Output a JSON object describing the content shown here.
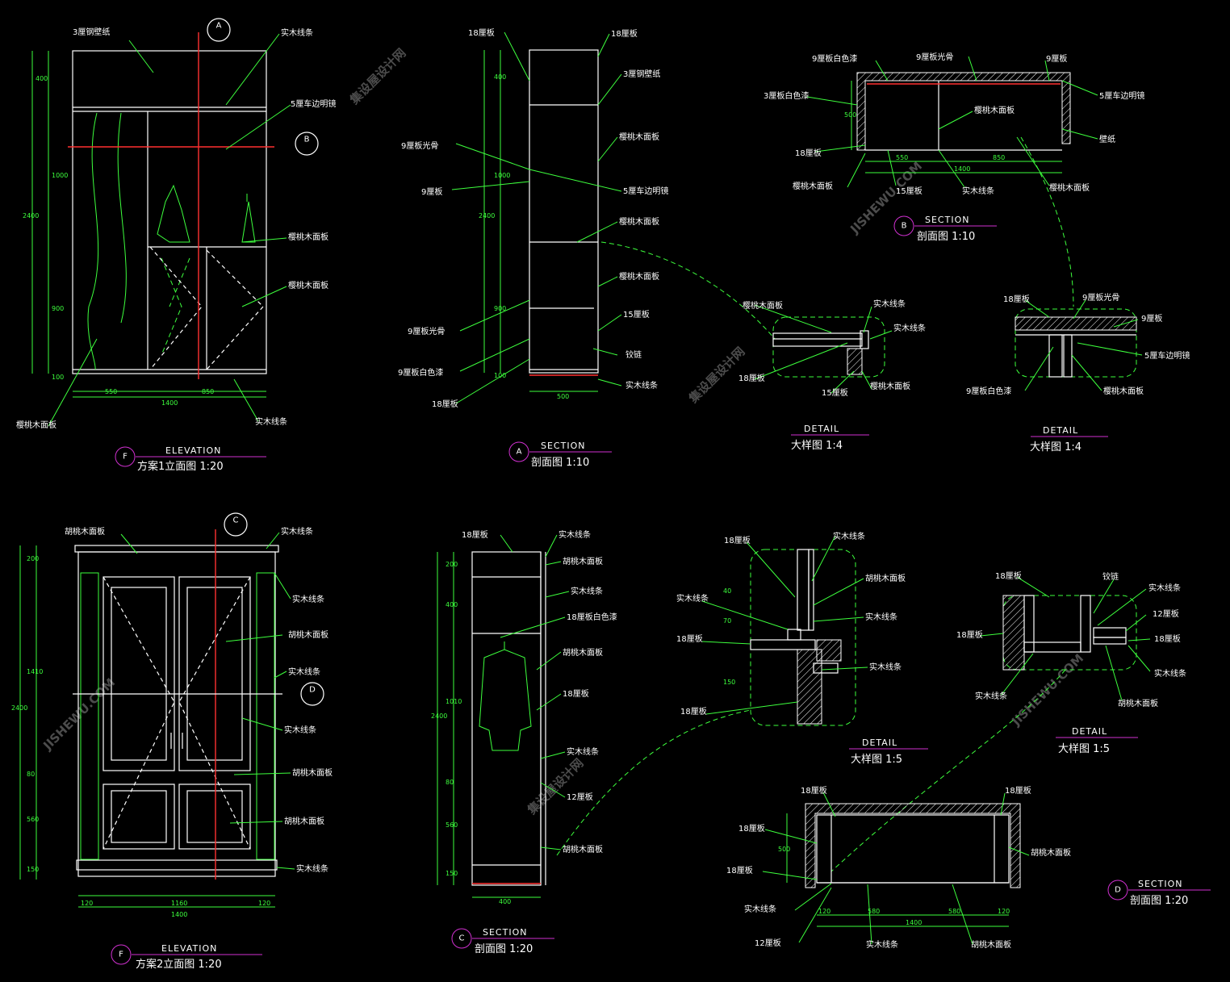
{
  "drawings": {
    "f1": {
      "marker": "F",
      "tag": "ELEVATION",
      "title": "方案1立面图 1:20"
    },
    "a": {
      "marker": "A",
      "tag": "SECTION",
      "title": "剖面图 1:10"
    },
    "b": {
      "marker": "B",
      "tag": "SECTION",
      "title": "剖面图 1:10"
    },
    "det1": {
      "tag": "DETAIL",
      "title": "大样图 1:4"
    },
    "det2": {
      "tag": "DETAIL",
      "title": "大样图 1:4"
    },
    "f2": {
      "marker": "F",
      "tag": "ELEVATION",
      "title": "方案2立面图 1:20"
    },
    "c": {
      "marker": "C",
      "tag": "SECTION",
      "title": "剖面图 1:20"
    },
    "det3": {
      "tag": "DETAIL",
      "title": "大样图 1:5"
    },
    "det4": {
      "tag": "DETAIL",
      "title": "大样图 1:5"
    },
    "d": {
      "marker": "D",
      "tag": "SECTION",
      "title": "剖面图 1:20"
    }
  },
  "markers": {
    "a": "A",
    "b": "B",
    "c": "C",
    "d": "D"
  },
  "labels": {
    "f1": [
      "3厘钢壁纸",
      "实木线条",
      "5厘车边明镜",
      "樱桃木面板",
      "樱桃木面板",
      "实木线条",
      "樱桃木面板"
    ],
    "a": [
      "18厘板",
      "18厘板",
      "3厘钢壁纸",
      "樱桃木面板",
      "9厘板光骨",
      "9厘板",
      "5厘车边明镜",
      "樱桃木面板",
      "樱桃木面板",
      "15厘板",
      "铰链",
      "实木线条",
      "9厘板光骨",
      "9厘板白色漆",
      "18厘板"
    ],
    "b": [
      "9厘板白色漆",
      "9厘板光骨",
      "9厘板",
      "3厘板白色漆",
      "5厘车边明镜",
      "樱桃木面板",
      "18厘板",
      "壁纸",
      "樱桃木面板",
      "15厘板",
      "实木线条",
      "樱桃木面板"
    ],
    "det1": [
      "樱桃木面板",
      "实木线条",
      "实木线条",
      "18厘板",
      "15厘板",
      "樱桃木面板"
    ],
    "det2": [
      "18厘板",
      "9厘板光骨",
      "9厘板",
      "5厘车边明镜",
      "9厘板白色漆",
      "樱桃木面板"
    ],
    "f2": [
      "胡桃木面板",
      "实木线条",
      "实木线条",
      "胡桃木面板",
      "实木线条",
      "实木线条",
      "胡桃木面板",
      "胡桃木面板",
      "实木线条"
    ],
    "c": [
      "18厘板",
      "实木线条",
      "胡桃木面板",
      "实木线条",
      "18厘板白色漆",
      "胡桃木面板",
      "18厘板",
      "实木线条",
      "12厘板",
      "胡桃木面板"
    ],
    "det3": [
      "18厘板",
      "实木线条",
      "胡桃木面板",
      "实木线条",
      "实木线条",
      "18厘板",
      "实木线条",
      "18厘板"
    ],
    "det4": [
      "18厘板",
      "铰链",
      "实木线条",
      "18厘板",
      "12厘板",
      "18厘板",
      "实木线条",
      "实木线条",
      "胡桃木面板"
    ],
    "d": [
      "18厘板",
      "18厘板",
      "18厘板",
      "胡桃木面板",
      "18厘板",
      "实木线条",
      "12厘板",
      "实木线条",
      "胡桃木面板"
    ]
  },
  "dimensions": {
    "f1_vertical": [
      "400",
      "1000",
      "2400",
      "900",
      "100"
    ],
    "f1_horizontal": [
      "550",
      "850",
      "1400"
    ],
    "a_vertical": [
      "400",
      "1000",
      "2400",
      "900",
      "100"
    ],
    "a_horizontal": [
      "500"
    ],
    "b_vertical": [
      "500"
    ],
    "b_horizontal": [
      "550",
      "850",
      "1400"
    ],
    "f2_vertical": [
      "200",
      "1410",
      "2400",
      "80",
      "560",
      "150"
    ],
    "f2_horizontal": [
      "120",
      "1160",
      "120",
      "1400"
    ],
    "c_vertical": [
      "200",
      "400",
      "2400",
      "1010",
      "80",
      "560",
      "150"
    ],
    "c_horizontal": [
      "400"
    ],
    "det3_vertical": [
      "40",
      "70",
      "150"
    ],
    "d_vertical": [
      "500"
    ],
    "d_horizontal": [
      "120",
      "580",
      "580",
      "120",
      "1400"
    ]
  },
  "watermarks": [
    "集设屋设计网",
    "JISHEWU.COM"
  ],
  "colors": {
    "background": "#000000",
    "lines": "#ffffff",
    "dimensions": "#3dff3d",
    "section_cut": "#ff3030",
    "title_rule": "#d030d0"
  }
}
